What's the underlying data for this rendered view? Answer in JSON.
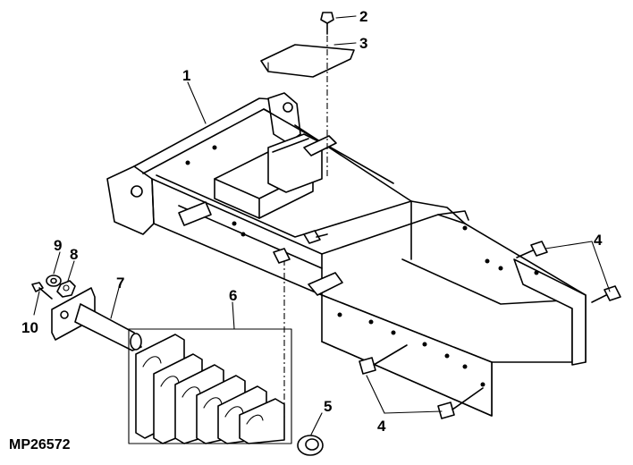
{
  "figure_id": "MP26572",
  "callouts": {
    "c1": "1",
    "c2": "2",
    "c3": "3",
    "c4a": "4",
    "c4b": "4",
    "c5": "5",
    "c6": "6",
    "c7": "7",
    "c8": "8",
    "c9": "9",
    "c10": "10"
  },
  "colors": {
    "line": "#000000",
    "background": "#ffffff"
  }
}
